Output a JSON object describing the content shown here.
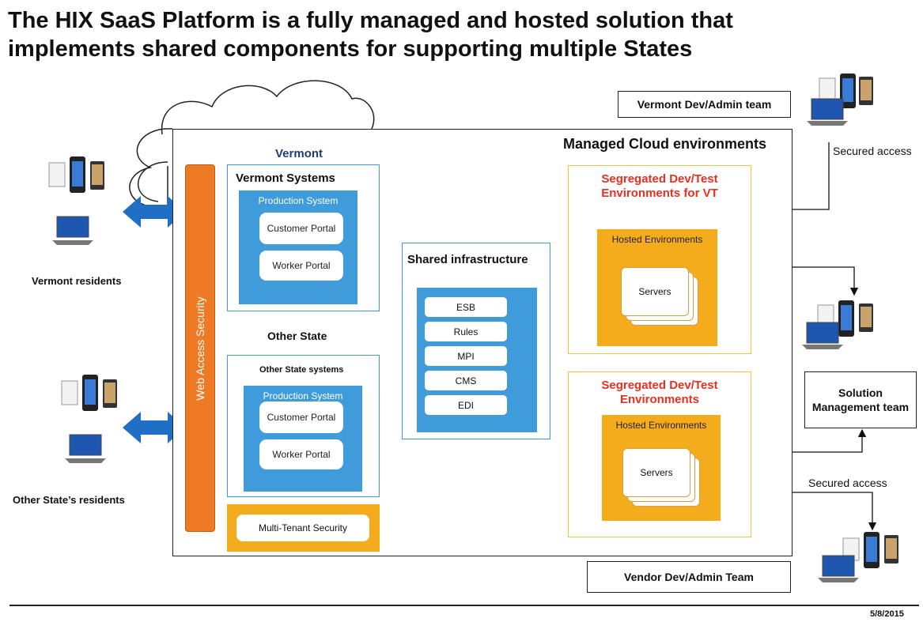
{
  "title": {
    "line1": "The HIX SaaS Platform is a fully managed and hosted solution that",
    "line2": "implements shared components for supporting multiple States"
  },
  "managed_cloud_label": "Managed Cloud environments",
  "web_access_security": "Web Access Security",
  "vermont": {
    "heading": "Vermont",
    "systems_title": "Vermont Systems",
    "production_title": "Production System",
    "customer_portal": "Customer Portal",
    "worker_portal": "Worker Portal"
  },
  "other_state": {
    "heading": "Other State",
    "systems_title": "Other State systems",
    "production_title": "Production System",
    "customer_portal": "Customer Portal",
    "worker_portal": "Worker Portal"
  },
  "multi_tenant_security": "Multi-Tenant Security",
  "shared_infrastructure": {
    "title": "Shared infrastructure",
    "components": [
      "ESB",
      "Rules",
      "MPI",
      "CMS",
      "EDI"
    ]
  },
  "segregated_vt": {
    "title_line1": "Segregated Dev/Test",
    "title_line2": "Environments for VT",
    "hosted": "Hosted Environments",
    "servers": "Servers"
  },
  "segregated": {
    "title_line1": "Segregated Dev/Test",
    "title_line2": "Environments",
    "hosted": "Hosted Environments",
    "servers": "Servers"
  },
  "vermont_dev_admin_team": "Vermont Dev/Admin team",
  "vendor_dev_admin_team": "Vendor Dev/Admin Team",
  "solution_management_team": "Solution Management team",
  "secured_access_top": "Secured access",
  "secured_access_bottom": "Secured access",
  "vermont_residents": "Vermont residents",
  "other_state_residents": "Other State’s residents",
  "date": "5/8/2015",
  "colors": {
    "blue": "#3f9bd9",
    "orange": "#ef7a25",
    "gold": "#f5ac1c",
    "red_title": "#e83020",
    "arrow_blue": "#1f6fc7"
  }
}
